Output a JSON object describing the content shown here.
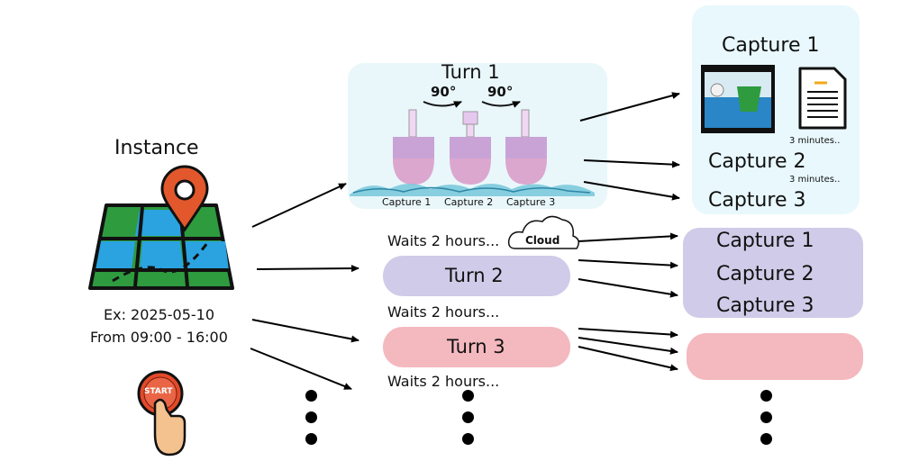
{
  "instance": {
    "title": "Instance",
    "example_date": "Ex: 2025-05-10",
    "example_time": "From 09:00 - 16:00",
    "start_label": "START"
  },
  "turn1": {
    "title": "Turn 1",
    "rotation_left": "90°",
    "rotation_right": "90°",
    "buoy_labels": [
      "Capture 1",
      "Capture 2",
      "Capture 3"
    ]
  },
  "wait1": "Waits 2 hours...",
  "cloud_label": "Cloud",
  "turn2": {
    "title": "Turn 2"
  },
  "wait2": "Waits 2 hours...",
  "turn3": {
    "title": "Turn 3"
  },
  "wait3": "Waits 2 hours...",
  "captures_panel": {
    "title": "Capture 1",
    "duration_1": "3 minutes..",
    "capture2": "Capture 2",
    "duration_2": "3 minutes..",
    "capture3": "Capture 3"
  },
  "captures_turn2": [
    "Capture 1",
    "Capture 2",
    "Capture 3"
  ],
  "colors": {
    "turn_box": "#e9f7fb",
    "turn2_box": "#cfcbe8",
    "turn3_box": "#f4b8bf",
    "buoy": "#c9a3d6",
    "map_green": "#2e9b3f",
    "map_blue": "#2aa3e0",
    "pin": "#e2582c"
  }
}
